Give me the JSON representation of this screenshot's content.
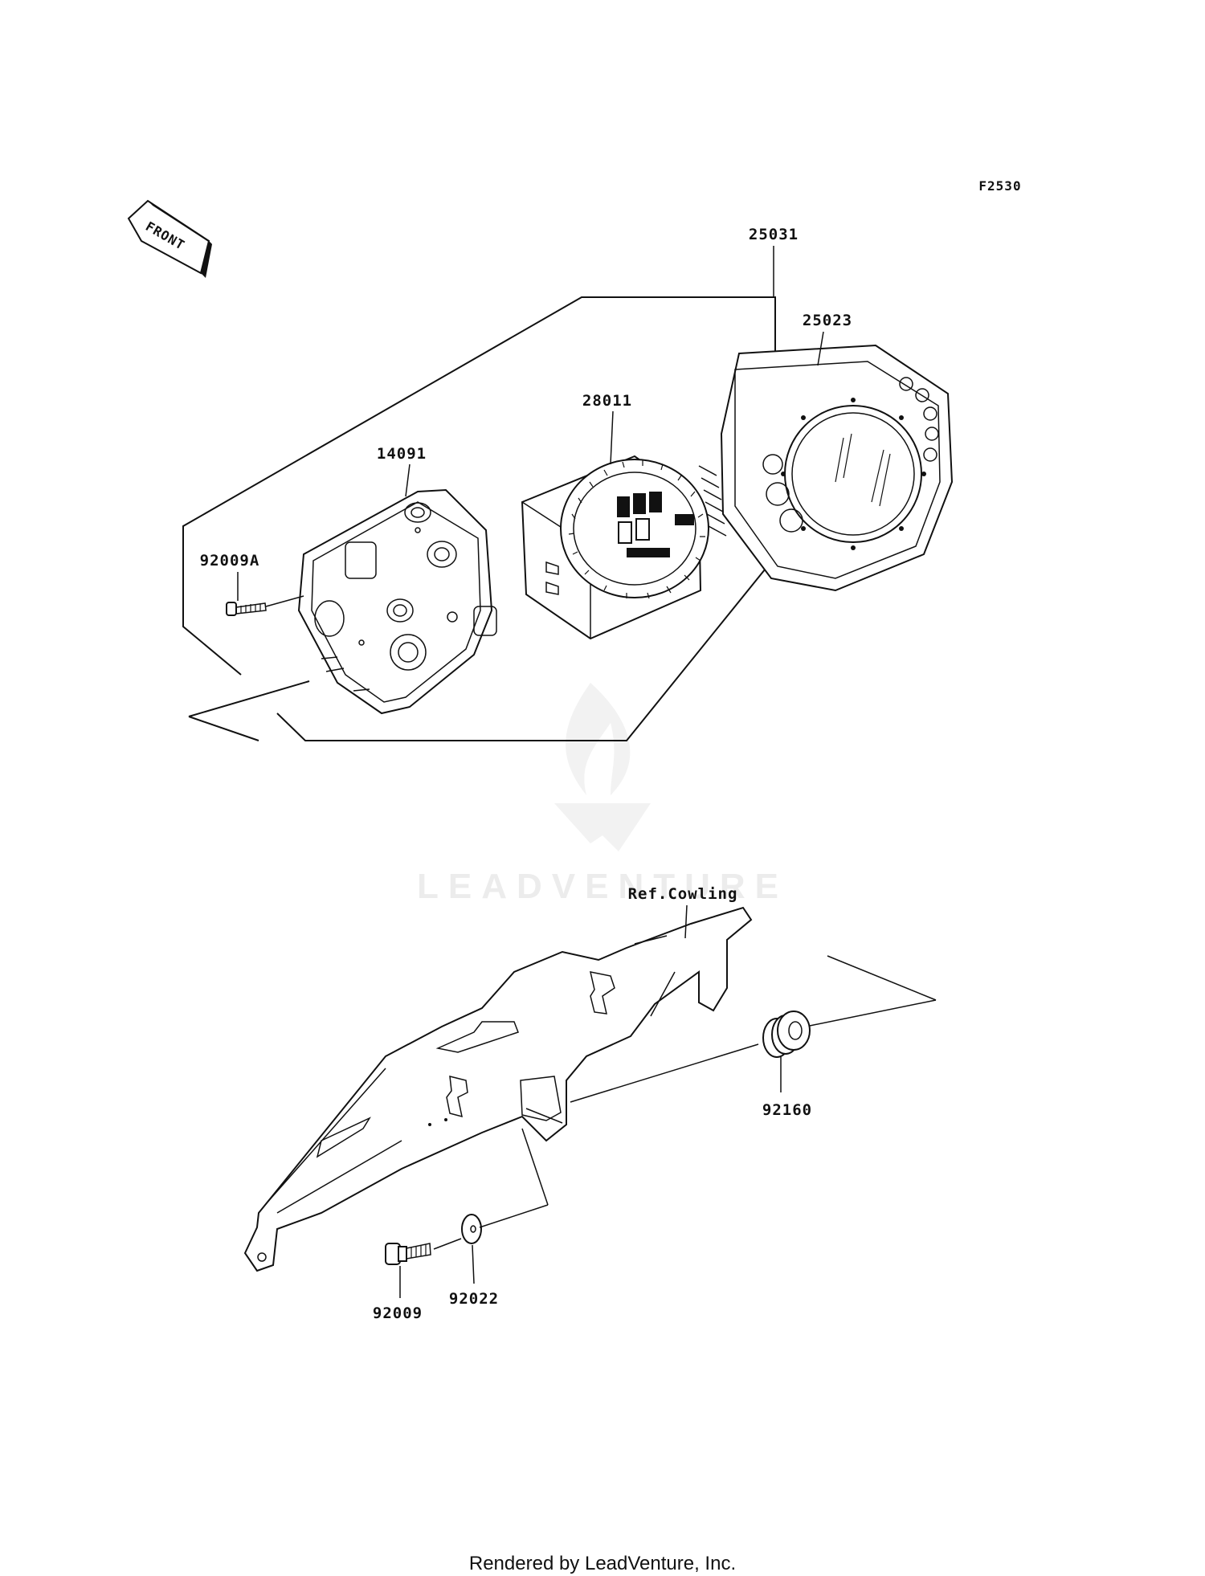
{
  "diagram_id": "F2530",
  "direction_label": "FRONT",
  "watermark": "LEADVENTURE",
  "footer": "Rendered by LeadVenture, Inc.",
  "parts": {
    "assembly": "25031",
    "cover": "25023",
    "meter_unit": "28011",
    "case": "14091",
    "case_screw": "92009A",
    "grommet": "92160",
    "bolt": "92009",
    "washer": "92022",
    "bracket_ref": "Ref.Cowling"
  }
}
